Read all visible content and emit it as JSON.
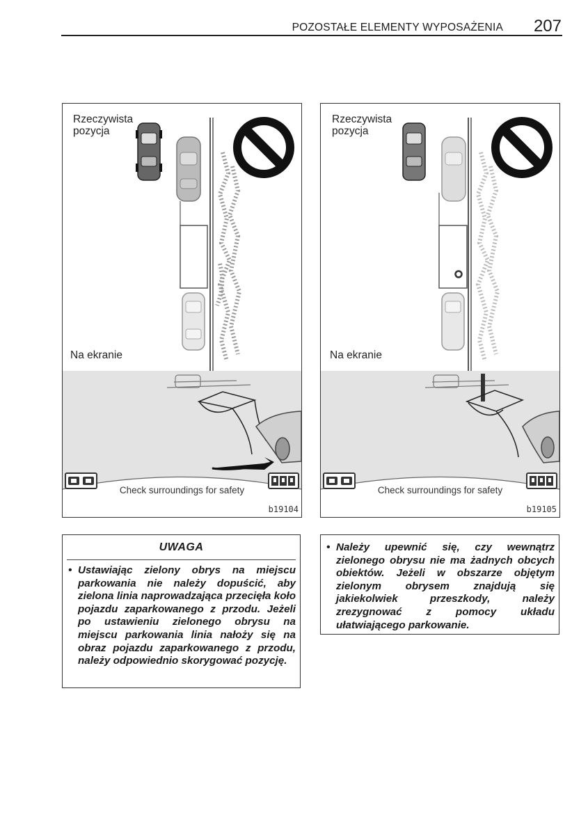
{
  "header": {
    "title": "POZOSTAŁE ELEMENTY WYPOSAŻENIA",
    "page_number": "207"
  },
  "figures": [
    {
      "label_top": "Rzeczywista\npozycja",
      "label_screen": "Na ekranie",
      "screen_message": "Check surroundings for safety",
      "code": "b19104"
    },
    {
      "label_top": "Rzeczywista\npozycja",
      "label_screen": "Na ekranie",
      "screen_message": "Check surroundings for safety",
      "code": "b19105"
    }
  ],
  "warning": {
    "title": "UWAGA",
    "text": "Ustawiając zielony obrys na miejscu parkowania nie należy dopuścić, aby zielona linia naprowadzająca przecięła koło pojazdu zaparkowanego z przodu. Jeżeli po ustawieniu zielonego obrysu na miejscu parkowania linia nałoży się na obraz pojazdu zaparkowanego z przodu, należy odpowiednio skorygować pozycję."
  },
  "info": {
    "text": "Należy upewnić się, czy wewnątrz zielonego obrysu nie ma żadnych obcych obiektów. Jeżeli w obszarze objętym zielonym obrysem znajdują się jakiekolwiek przeszkody, należy zrezygnować z pomocy układu ułatwiającego parkowanie."
  },
  "icons": {
    "prohibited": "no-entry-sign-icon",
    "camera_toggle": "camera-view-icon",
    "parking_mode": "parking-mode-icon"
  }
}
